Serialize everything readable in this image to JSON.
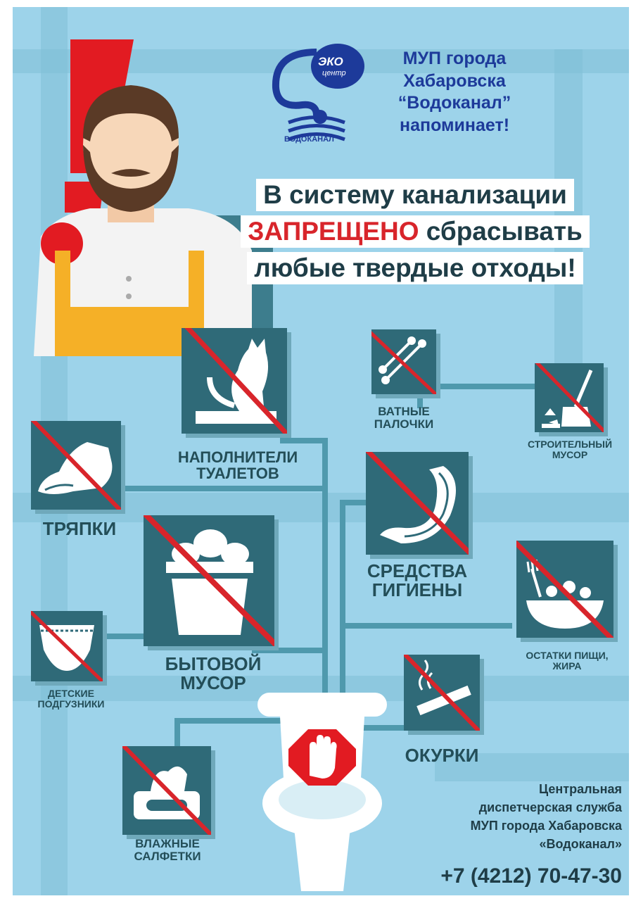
{
  "header": {
    "logo_eko": "ЭКО",
    "logo_center": "центр",
    "logo_vodokanal": "ВОДОКАНАЛ",
    "org_line1": "МУП города",
    "org_line2": "Хабаровска",
    "org_line3": "“Водоканал”",
    "org_line4": "напоминает!"
  },
  "headline": {
    "line1": "В систему канализации",
    "line2_red": "ЗАПРЕЩЕНО",
    "line2_rest": " сбрасывать",
    "line3": "любые твердые отходы!"
  },
  "items": {
    "cat_litter": "НАПОЛНИТЕЛИ\nТУАЛЕТОВ",
    "cotton_buds": "ВАТНЫЕ\nПАЛОЧКИ",
    "construction": "СТРОИТЕЛЬНЫЙ\nМУСОР",
    "rags": "ТРЯПКИ",
    "household": "БЫТОВОЙ\nМУСОР",
    "hygiene": "СРЕДСТВА\nГИГИЕНЫ",
    "food": "ОСТАТКИ ПИЩИ,\nЖИРА",
    "diapers": "ДЕТСКИЕ\nПОДГУЗНИКИ",
    "cigarettes": "ОКУРКИ",
    "wipes": "ВЛАЖНЫЕ\nСАЛФЕТКИ"
  },
  "footer": {
    "line1": "Центральная",
    "line2": "диспетчерская служба",
    "line3": "МУП города Хабаровска",
    "line4": "«Водоканал»",
    "phone": "+7 (4212) 70-47-30"
  },
  "colors": {
    "background": "#9dd3ea",
    "card": "#2f6a78",
    "slash": "#d8252b",
    "org_text": "#1d3a9a",
    "label_text": "#234e58"
  }
}
